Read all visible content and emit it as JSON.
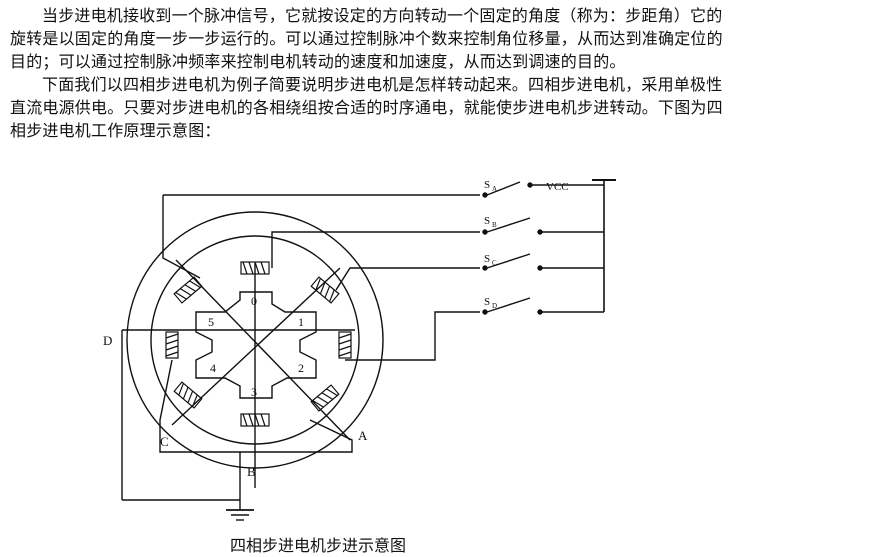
{
  "document": {
    "paragraphs": [
      {
        "lines": [
          "当步进电机接收到一个脉冲信号，它就按设定的方向转动一个固定的角度（称为：步距角）它的",
          "旋转是以固定的角度一步一步运行的。可以通过控制脉冲个数来控制角位移量，从而达到准确定位的",
          "目的；可以通过控制脉冲频率来控制电机转动的速度和加速度，从而达到调速的目的。"
        ]
      },
      {
        "lines": [
          "下面我们以四相步进电机为例子简要说明步进电机是怎样转动起来。四相步进电机，采用单极性",
          "直流电源供电。只要对步进电机的各相绕组按合适的时序通电，就能使步进电机步进转动。下图为四",
          "相步进电机工作原理示意图："
        ]
      }
    ],
    "figure": {
      "caption": "四相步进电机步进示意图",
      "labels": {
        "vcc": "VCC",
        "switch_a": "S",
        "switch_a_sub": "A",
        "switch_b": "S",
        "switch_b_sub": "B",
        "switch_c": "S",
        "switch_c_sub": "C",
        "switch_d": "S",
        "switch_d_sub": "D",
        "phase_a": "A",
        "phase_b": "B",
        "phase_c": "C",
        "phase_d": "D",
        "rotor_0": "0",
        "rotor_1": "1",
        "rotor_2": "2",
        "rotor_3": "3",
        "rotor_4": "4",
        "rotor_5": "5"
      }
    }
  }
}
